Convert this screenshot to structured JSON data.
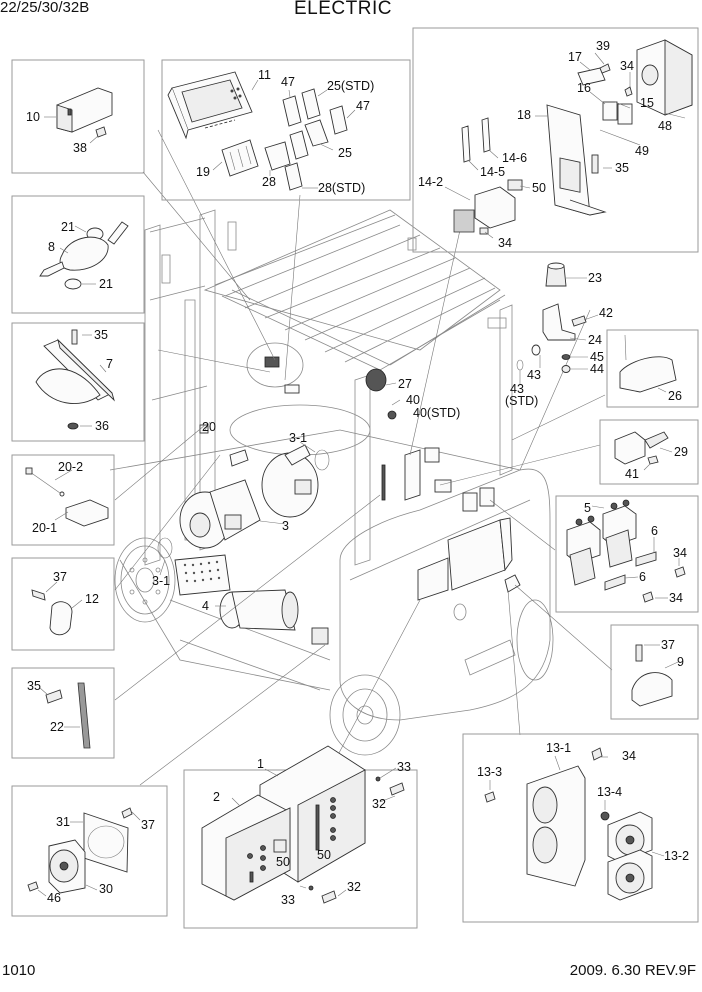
{
  "header": {
    "model": "22/25/30/32B",
    "title": "ELECTRIC"
  },
  "footer": {
    "page": "1010",
    "revision": "2009. 6.30  REV.9F"
  },
  "callouts": {
    "display_group": [
      "11",
      "47",
      "25(STD)",
      "47",
      "25",
      "19",
      "28",
      "28(STD)"
    ],
    "bracket_group": [
      "39",
      "17",
      "34",
      "16",
      "15",
      "48",
      "18",
      "49",
      "14-6",
      "14-5",
      "35",
      "14-2",
      "50",
      "34"
    ],
    "box_10": [
      "10",
      "38"
    ],
    "box_8": [
      "21",
      "8",
      "21"
    ],
    "box_7": [
      "35",
      "7",
      "36"
    ],
    "box_20": [
      "20-2",
      "20-1"
    ],
    "box_12": [
      "37",
      "12"
    ],
    "box_22": [
      "35",
      "22"
    ],
    "box_fan": [
      "31",
      "37",
      "30",
      "46"
    ],
    "box_controller": [
      "1",
      "33",
      "2",
      "32",
      "50",
      "50",
      "33",
      "32"
    ],
    "box_13": [
      "13-1",
      "34",
      "13-3",
      "13-4",
      "13-2"
    ],
    "beacon_group": [
      "23",
      "42",
      "24",
      "45",
      "44"
    ],
    "box_26": [
      "26"
    ],
    "box_29": [
      "29",
      "41"
    ],
    "box_5": [
      "5",
      "6",
      "34",
      "6",
      "34"
    ],
    "box_9": [
      "37",
      "9"
    ],
    "truck": [
      "27",
      "40",
      "40(STD)",
      "43",
      "43",
      "(STD)",
      "20",
      "3-1",
      "3",
      "3-1",
      "4"
    ]
  }
}
